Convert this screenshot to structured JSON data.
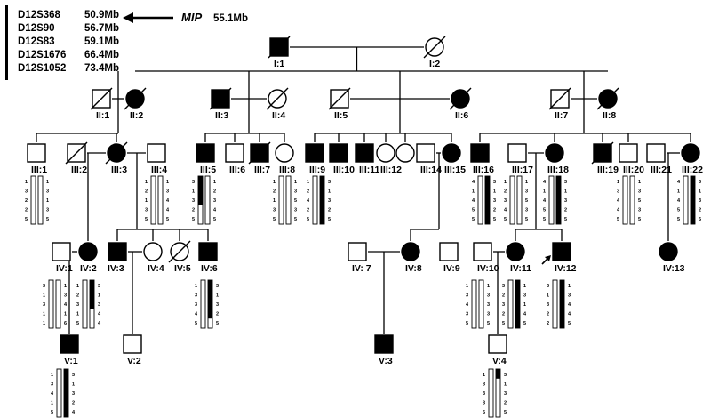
{
  "markers": [
    {
      "name": "D12S368",
      "pos": "50.9Mb"
    },
    {
      "name": "D12S90",
      "pos": "56.7Mb"
    },
    {
      "name": "D12S83",
      "pos": "59.1Mb"
    },
    {
      "name": "D12S1676",
      "pos": "66.4Mb"
    },
    {
      "name": "D12S1052",
      "pos": "73.4Mb"
    }
  ],
  "gene": {
    "name": "MIP",
    "pos": "55.1Mb"
  },
  "individuals": [
    {
      "id": "I:1",
      "sex": "m",
      "affected": true,
      "deceased": true
    },
    {
      "id": "I:2",
      "sex": "f",
      "affected": false,
      "deceased": true
    },
    {
      "id": "II:1",
      "sex": "m",
      "affected": false,
      "deceased": true
    },
    {
      "id": "II:2",
      "sex": "f",
      "affected": true,
      "deceased": true
    },
    {
      "id": "II:3",
      "sex": "m",
      "affected": true,
      "deceased": true
    },
    {
      "id": "II:4",
      "sex": "f",
      "affected": false,
      "deceased": true
    },
    {
      "id": "II:5",
      "sex": "m",
      "affected": false,
      "deceased": true
    },
    {
      "id": "II:6",
      "sex": "f",
      "affected": true,
      "deceased": true
    },
    {
      "id": "II:7",
      "sex": "m",
      "affected": false,
      "deceased": true
    },
    {
      "id": "II:8",
      "sex": "f",
      "affected": true,
      "deceased": true
    },
    {
      "id": "III:1",
      "sex": "m",
      "affected": false,
      "deceased": false,
      "haplotype": {
        "left": [
          "1",
          "3",
          "2",
          "2",
          "5"
        ],
        "right": [
          "1",
          "3",
          "1",
          "3",
          "5"
        ],
        "left_affected": [],
        "right_affected": []
      }
    },
    {
      "id": "III:2",
      "sex": "m",
      "affected": false,
      "deceased": true
    },
    {
      "id": "III:3",
      "sex": "f",
      "affected": true,
      "deceased": true
    },
    {
      "id": "III:4",
      "sex": "m",
      "affected": false,
      "deceased": false,
      "haplotype": {
        "left": [
          "1",
          "2",
          "1",
          "3",
          "5"
        ],
        "right": [
          "1",
          "3",
          "4",
          "4",
          "5"
        ],
        "left_affected": [],
        "right_affected": []
      }
    },
    {
      "id": "III:5",
      "sex": "m",
      "affected": true,
      "deceased": false,
      "haplotype": {
        "left": [
          "3",
          "1",
          "3",
          "2",
          "5"
        ],
        "right": [
          "1",
          "2",
          "3",
          "4",
          "5"
        ],
        "left_affected": [
          0,
          1,
          2
        ],
        "right_affected": []
      }
    },
    {
      "id": "III:6",
      "sex": "m",
      "affected": false,
      "deceased": false
    },
    {
      "id": "III:7",
      "sex": "m",
      "affected": true,
      "deceased": true
    },
    {
      "id": "III:8",
      "sex": "f",
      "affected": false,
      "deceased": false,
      "haplotype": {
        "left": [
          "1",
          "2",
          "1",
          "3",
          "5"
        ],
        "right": [
          "1",
          "3",
          "5",
          "3",
          "5"
        ],
        "left_affected": [],
        "right_affected": []
      }
    },
    {
      "id": "III:9",
      "sex": "m",
      "affected": true,
      "deceased": false,
      "haplotype": {
        "left": [
          "1",
          "2",
          "4",
          "2",
          "5"
        ],
        "right": [
          "3",
          "1",
          "3",
          "2",
          "5"
        ],
        "left_affected": [],
        "right_affected": [
          0,
          1,
          2,
          3,
          4
        ]
      }
    },
    {
      "id": "III:10",
      "sex": "m",
      "affected": true,
      "deceased": false
    },
    {
      "id": "III:11",
      "sex": "m",
      "affected": true,
      "deceased": false
    },
    {
      "id": "III:12",
      "sex": "f",
      "affected": false,
      "deceased": false
    },
    {
      "id": "",
      "sex": "f",
      "affected": false,
      "deceased": false
    },
    {
      "id": "III:14",
      "sex": "m",
      "affected": false,
      "deceased": false
    },
    {
      "id": "III:15",
      "sex": "f",
      "affected": true,
      "deceased": false
    },
    {
      "id": "III:16",
      "sex": "m",
      "affected": true,
      "deceased": false,
      "haplotype": {
        "left": [
          "4",
          "1",
          "4",
          "5",
          "5"
        ],
        "right": [
          "3",
          "1",
          "3",
          "2",
          "5"
        ],
        "left_affected": [],
        "right_affected": [
          0,
          1,
          2,
          3,
          4
        ]
      }
    },
    {
      "id": "III:17",
      "sex": "m",
      "affected": false,
      "deceased": false,
      "haplotype": {
        "left": [
          "1",
          "2",
          "3",
          "4",
          "5"
        ],
        "right": [
          "1",
          "3",
          "5",
          "3",
          "5"
        ],
        "left_affected": [],
        "right_affected": []
      }
    },
    {
      "id": "III:18",
      "sex": "f",
      "affected": true,
      "deceased": false,
      "haplotype": {
        "left": [
          "4",
          "1",
          "4",
          "5",
          "5"
        ],
        "right": [
          "3",
          "1",
          "3",
          "2",
          "5"
        ],
        "left_affected": [],
        "right_affected": [
          0,
          1,
          2,
          3,
          4
        ]
      }
    },
    {
      "id": "III:19",
      "sex": "m",
      "affected": true,
      "deceased": true
    },
    {
      "id": "III:20",
      "sex": "m",
      "affected": false,
      "deceased": false,
      "haplotype": {
        "left": [
          "1",
          "3",
          "4",
          "4",
          "5"
        ],
        "right": [
          "1",
          "3",
          "5",
          "3",
          "5"
        ],
        "left_affected": [],
        "right_affected": []
      }
    },
    {
      "id": "III:21",
      "sex": "m",
      "affected": false,
      "deceased": false
    },
    {
      "id": "III:22",
      "sex": "f",
      "affected": true,
      "deceased": false,
      "haplotype": {
        "left": [
          "4",
          "1",
          "4",
          "5",
          "5"
        ],
        "right": [
          "3",
          "1",
          "3",
          "2",
          "5"
        ],
        "left_affected": [],
        "right_affected": [
          0,
          1,
          2,
          3,
          4
        ]
      }
    },
    {
      "id": "IV:1",
      "sex": "m",
      "affected": false,
      "deceased": false,
      "haplotype": {
        "left": [
          "3",
          "1",
          "3",
          "1",
          "1"
        ],
        "right": [
          "1",
          "3",
          "4",
          "1",
          "6"
        ],
        "left_affected": [],
        "right_affected": []
      }
    },
    {
      "id": "IV:2",
      "sex": "f",
      "affected": true,
      "deceased": false,
      "haplotype": {
        "left": [
          "1",
          "2",
          "3",
          "1",
          "5"
        ],
        "right": [
          "3",
          "1",
          "3",
          "4",
          "4"
        ],
        "left_affected": [],
        "right_affected": [
          0,
          1,
          2
        ]
      }
    },
    {
      "id": "IV:3",
      "sex": "m",
      "affected": true,
      "deceased": false
    },
    {
      "id": "IV:4",
      "sex": "f",
      "affected": false,
      "deceased": false
    },
    {
      "id": "IV:5",
      "sex": "f",
      "affected": false,
      "deceased": true
    },
    {
      "id": "IV:6",
      "sex": "m",
      "affected": true,
      "deceased": false,
      "haplotype": {
        "left": [
          "1",
          "3",
          "3",
          "4",
          "5"
        ],
        "right": [
          "3",
          "1",
          "3",
          "2",
          "5"
        ],
        "left_affected": [],
        "right_affected": [
          0,
          1,
          2,
          3
        ]
      }
    },
    {
      "id": "IV: 7",
      "sex": "m",
      "affected": false,
      "deceased": false
    },
    {
      "id": "IV:8",
      "sex": "f",
      "affected": true,
      "deceased": false
    },
    {
      "id": "IV:9",
      "sex": "m",
      "affected": false,
      "deceased": false
    },
    {
      "id": "IV:10",
      "sex": "m",
      "affected": false,
      "deceased": false,
      "haplotype": {
        "left": [
          "1",
          "3",
          "4",
          "3",
          "5"
        ],
        "right": [
          "1",
          "3",
          "3",
          "3",
          "5"
        ],
        "left_affected": [],
        "right_affected": []
      }
    },
    {
      "id": "IV:11",
      "sex": "f",
      "affected": true,
      "deceased": false,
      "haplotype": {
        "left": [
          "3",
          "2",
          "3",
          "2",
          "5"
        ],
        "right": [
          "1",
          "3",
          "1",
          "4",
          "5"
        ],
        "left_affected": [],
        "right_affected": [
          0,
          1,
          2,
          3,
          4
        ]
      }
    },
    {
      "id": "IV:12",
      "sex": "m",
      "affected": true,
      "deceased": false,
      "proband": true,
      "haplotype": {
        "left": [
          "3",
          "1",
          "3",
          "2",
          "2"
        ],
        "right": [
          "1",
          "3",
          "4",
          "4",
          "5"
        ],
        "left_affected": [],
        "right_affected": [
          0,
          1,
          2,
          3,
          4
        ]
      }
    },
    {
      "id": "IV:13",
      "sex": "f",
      "affected": true,
      "deceased": false
    },
    {
      "id": "V:1",
      "sex": "m",
      "affected": true,
      "deceased": false,
      "haplotype": {
        "left": [
          "1",
          "3",
          "4",
          "1",
          "5"
        ],
        "right": [
          "3",
          "1",
          "3",
          "2",
          "4"
        ],
        "left_affected": [],
        "right_affected": [
          0,
          1,
          2,
          3,
          4
        ]
      }
    },
    {
      "id": "V:2",
      "sex": "m",
      "affected": false,
      "deceased": false
    },
    {
      "id": "V:3",
      "sex": "m",
      "affected": true,
      "deceased": false
    },
    {
      "id": "V:4",
      "sex": "m",
      "affected": false,
      "deceased": false,
      "haplotype": {
        "left": [
          "1",
          "3",
          "3",
          "3",
          "5"
        ],
        "right": [
          "3",
          "1",
          "3",
          "2",
          "5"
        ],
        "left_affected": [],
        "right_affected": [
          0
        ]
      }
    }
  ]
}
